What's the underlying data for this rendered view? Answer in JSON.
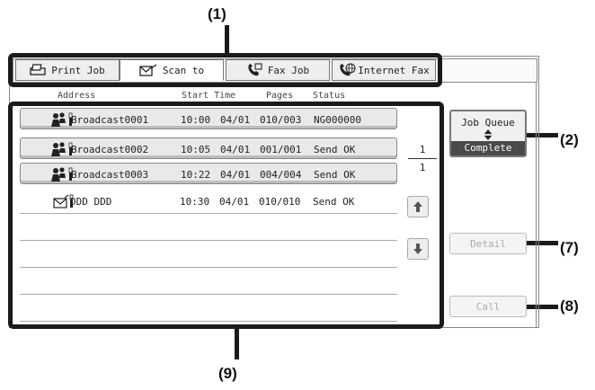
{
  "callouts": {
    "c1": "(1)",
    "c2": "(2)",
    "c7": "(7)",
    "c8": "(8)",
    "c9": "(9)"
  },
  "tabs": [
    {
      "label": "Print Job",
      "icon": "printer-icon"
    },
    {
      "label": "Scan to",
      "icon": "scan-icon"
    },
    {
      "label": "Fax Job",
      "icon": "phone-icon"
    },
    {
      "label": "Internet Fax",
      "icon": "internet-fax-icon"
    }
  ],
  "columns": {
    "address": "Address",
    "start_time": "Start Time",
    "pages": "Pages",
    "status": "Status"
  },
  "jobs": [
    {
      "address": "Broadcast0001",
      "time": "10:00",
      "date": "04/01",
      "pages": "010/003",
      "status": "NG000000",
      "icon": "broadcast-icon"
    },
    {
      "address": "Broadcast0002",
      "time": "10:05",
      "date": "04/01",
      "pages": "001/001",
      "status": "Send OK",
      "icon": "broadcast-icon"
    },
    {
      "address": "Broadcast0003",
      "time": "10:22",
      "date": "04/01",
      "pages": "004/004",
      "status": "Send OK",
      "icon": "broadcast-icon"
    },
    {
      "address": "DDD DDD",
      "time": "10:30",
      "date": "04/01",
      "pages": "010/010",
      "status": "Send OK",
      "icon": "email-icon"
    }
  ],
  "pager": {
    "current": "1",
    "total": "1"
  },
  "side": {
    "job_queue": "Job Queue",
    "complete": "Complete",
    "detail": "Detail",
    "call": "Call"
  },
  "colors": {
    "highlight": "#1a1a1a",
    "selected_bg": "#4a4a4a"
  }
}
